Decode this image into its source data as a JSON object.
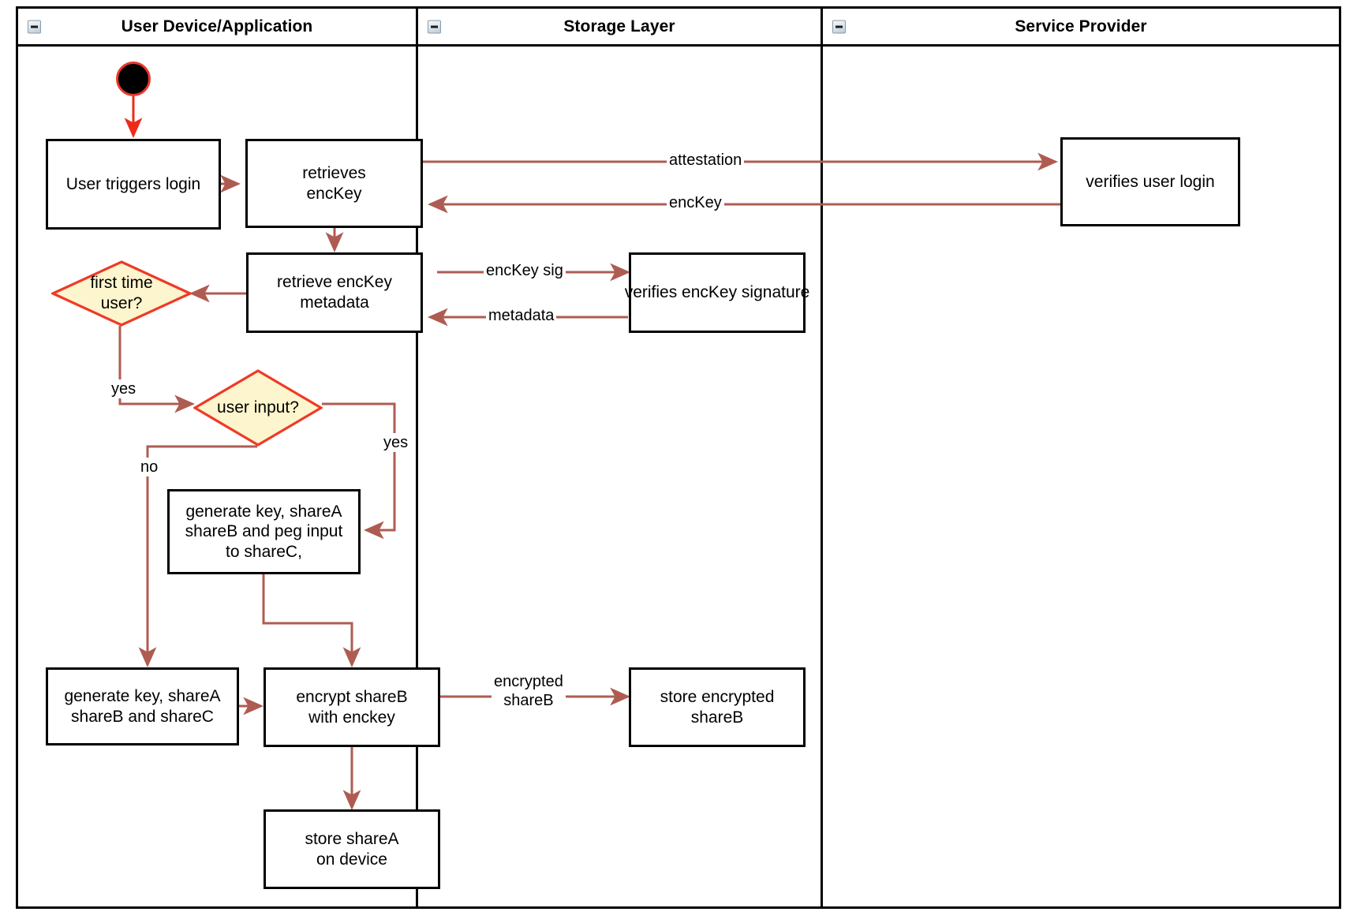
{
  "diagram": {
    "title": "Login / key-share activity diagram",
    "colors": {
      "edge": "#ae5c52",
      "start_edge": "#ee2b18",
      "decision_fill": "#fdf5cd",
      "decision_stroke": "#ef3a27",
      "node_stroke": "#000000",
      "lane_stroke": "#000000",
      "background": "#ffffff"
    }
  },
  "lanes": [
    {
      "title": "User Device/Application",
      "collapse_icon": "collapse-minus-icon"
    },
    {
      "title": "Storage Layer",
      "collapse_icon": "collapse-minus-icon"
    },
    {
      "title": "Service Provider",
      "collapse_icon": "collapse-minus-icon"
    }
  ],
  "nodes": [
    {
      "id": "start",
      "kind": "initial",
      "label": ""
    },
    {
      "id": "user-triggers-login",
      "kind": "activity",
      "label": "User triggers login"
    },
    {
      "id": "retrieves-enckey",
      "kind": "activity",
      "label": "retrieves\nencKey"
    },
    {
      "id": "verifies-user-login",
      "kind": "activity",
      "label": "verifies user login"
    },
    {
      "id": "retrieve-enckey-metadata",
      "kind": "activity",
      "label": "retrieve encKey\nmetadata"
    },
    {
      "id": "verifies-enckey-signature",
      "kind": "activity",
      "label": "verifies encKey signature"
    },
    {
      "id": "first-time-user",
      "kind": "decision",
      "label": "first time\nuser?"
    },
    {
      "id": "user-input",
      "kind": "decision",
      "label": "user input?"
    },
    {
      "id": "generate-key-peg",
      "kind": "activity",
      "label": "generate key, shareA\nshareB and peg input\nto shareC,"
    },
    {
      "id": "generate-key-shares",
      "kind": "activity",
      "label": "generate key, shareA\nshareB and shareC"
    },
    {
      "id": "encrypt-shareb",
      "kind": "activity",
      "label": "encrypt shareB\nwith enckey"
    },
    {
      "id": "store-encrypted-shareb",
      "kind": "activity",
      "label": "store encrypted\nshareB"
    },
    {
      "id": "store-sharea",
      "kind": "activity",
      "label": "store shareA\non device"
    }
  ],
  "edge_labels": [
    {
      "id": "attestation",
      "text": "attestation"
    },
    {
      "id": "enckey",
      "text": "encKey"
    },
    {
      "id": "enckey-sig",
      "text": "encKey sig"
    },
    {
      "id": "metadata",
      "text": "metadata"
    },
    {
      "id": "yes-first-time",
      "text": "yes"
    },
    {
      "id": "yes-user-input",
      "text": "yes"
    },
    {
      "id": "no-user-input",
      "text": "no"
    },
    {
      "id": "encrypted-shareb",
      "text": "encrypted\nshareB"
    }
  ]
}
